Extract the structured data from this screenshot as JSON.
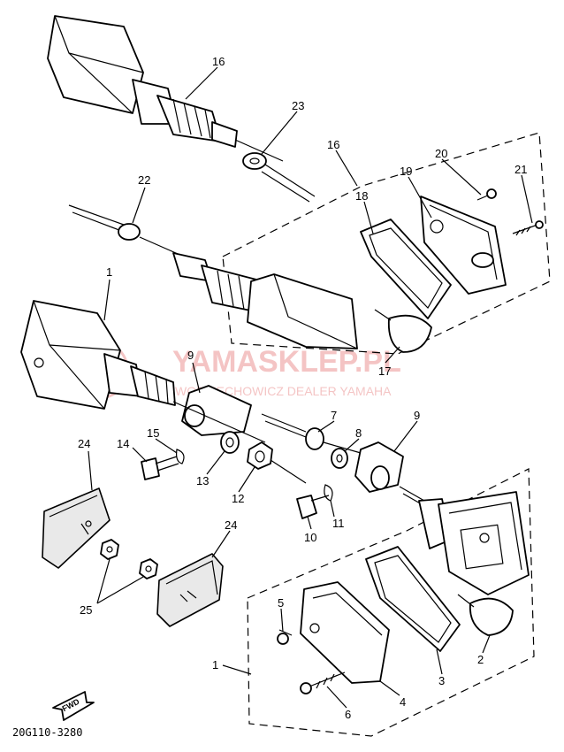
{
  "watermark": {
    "title": "YAMASKLEP.PL",
    "subtitle": "WODZIECHOWICZ DEALER YAMAHA",
    "color": "#e05a5a"
  },
  "drawing_code": "20G110-3280",
  "fwd_label": "FWD",
  "callouts": [
    {
      "id": "c-16-top",
      "text": "16"
    },
    {
      "id": "c-23",
      "text": "23"
    },
    {
      "id": "c-16-right",
      "text": "16"
    },
    {
      "id": "c-20",
      "text": "20"
    },
    {
      "id": "c-19",
      "text": "19"
    },
    {
      "id": "c-21",
      "text": "21"
    },
    {
      "id": "c-18",
      "text": "18"
    },
    {
      "id": "c-22",
      "text": "22"
    },
    {
      "id": "c-1-top",
      "text": "1"
    },
    {
      "id": "c-17",
      "text": "17"
    },
    {
      "id": "c-9-left",
      "text": "9"
    },
    {
      "id": "c-7",
      "text": "7"
    },
    {
      "id": "c-9-right",
      "text": "9"
    },
    {
      "id": "c-8",
      "text": "8"
    },
    {
      "id": "c-24-left",
      "text": "24"
    },
    {
      "id": "c-15",
      "text": "15"
    },
    {
      "id": "c-14",
      "text": "14"
    },
    {
      "id": "c-13",
      "text": "13"
    },
    {
      "id": "c-12",
      "text": "12"
    },
    {
      "id": "c-11",
      "text": "11"
    },
    {
      "id": "c-10",
      "text": "10"
    },
    {
      "id": "c-24-mid",
      "text": "24"
    },
    {
      "id": "c-25",
      "text": "25"
    },
    {
      "id": "c-5",
      "text": "5"
    },
    {
      "id": "c-2",
      "text": "2"
    },
    {
      "id": "c-3",
      "text": "3"
    },
    {
      "id": "c-1-bottom",
      "text": "1"
    },
    {
      "id": "c-4",
      "text": "4"
    },
    {
      "id": "c-6",
      "text": "6"
    }
  ]
}
